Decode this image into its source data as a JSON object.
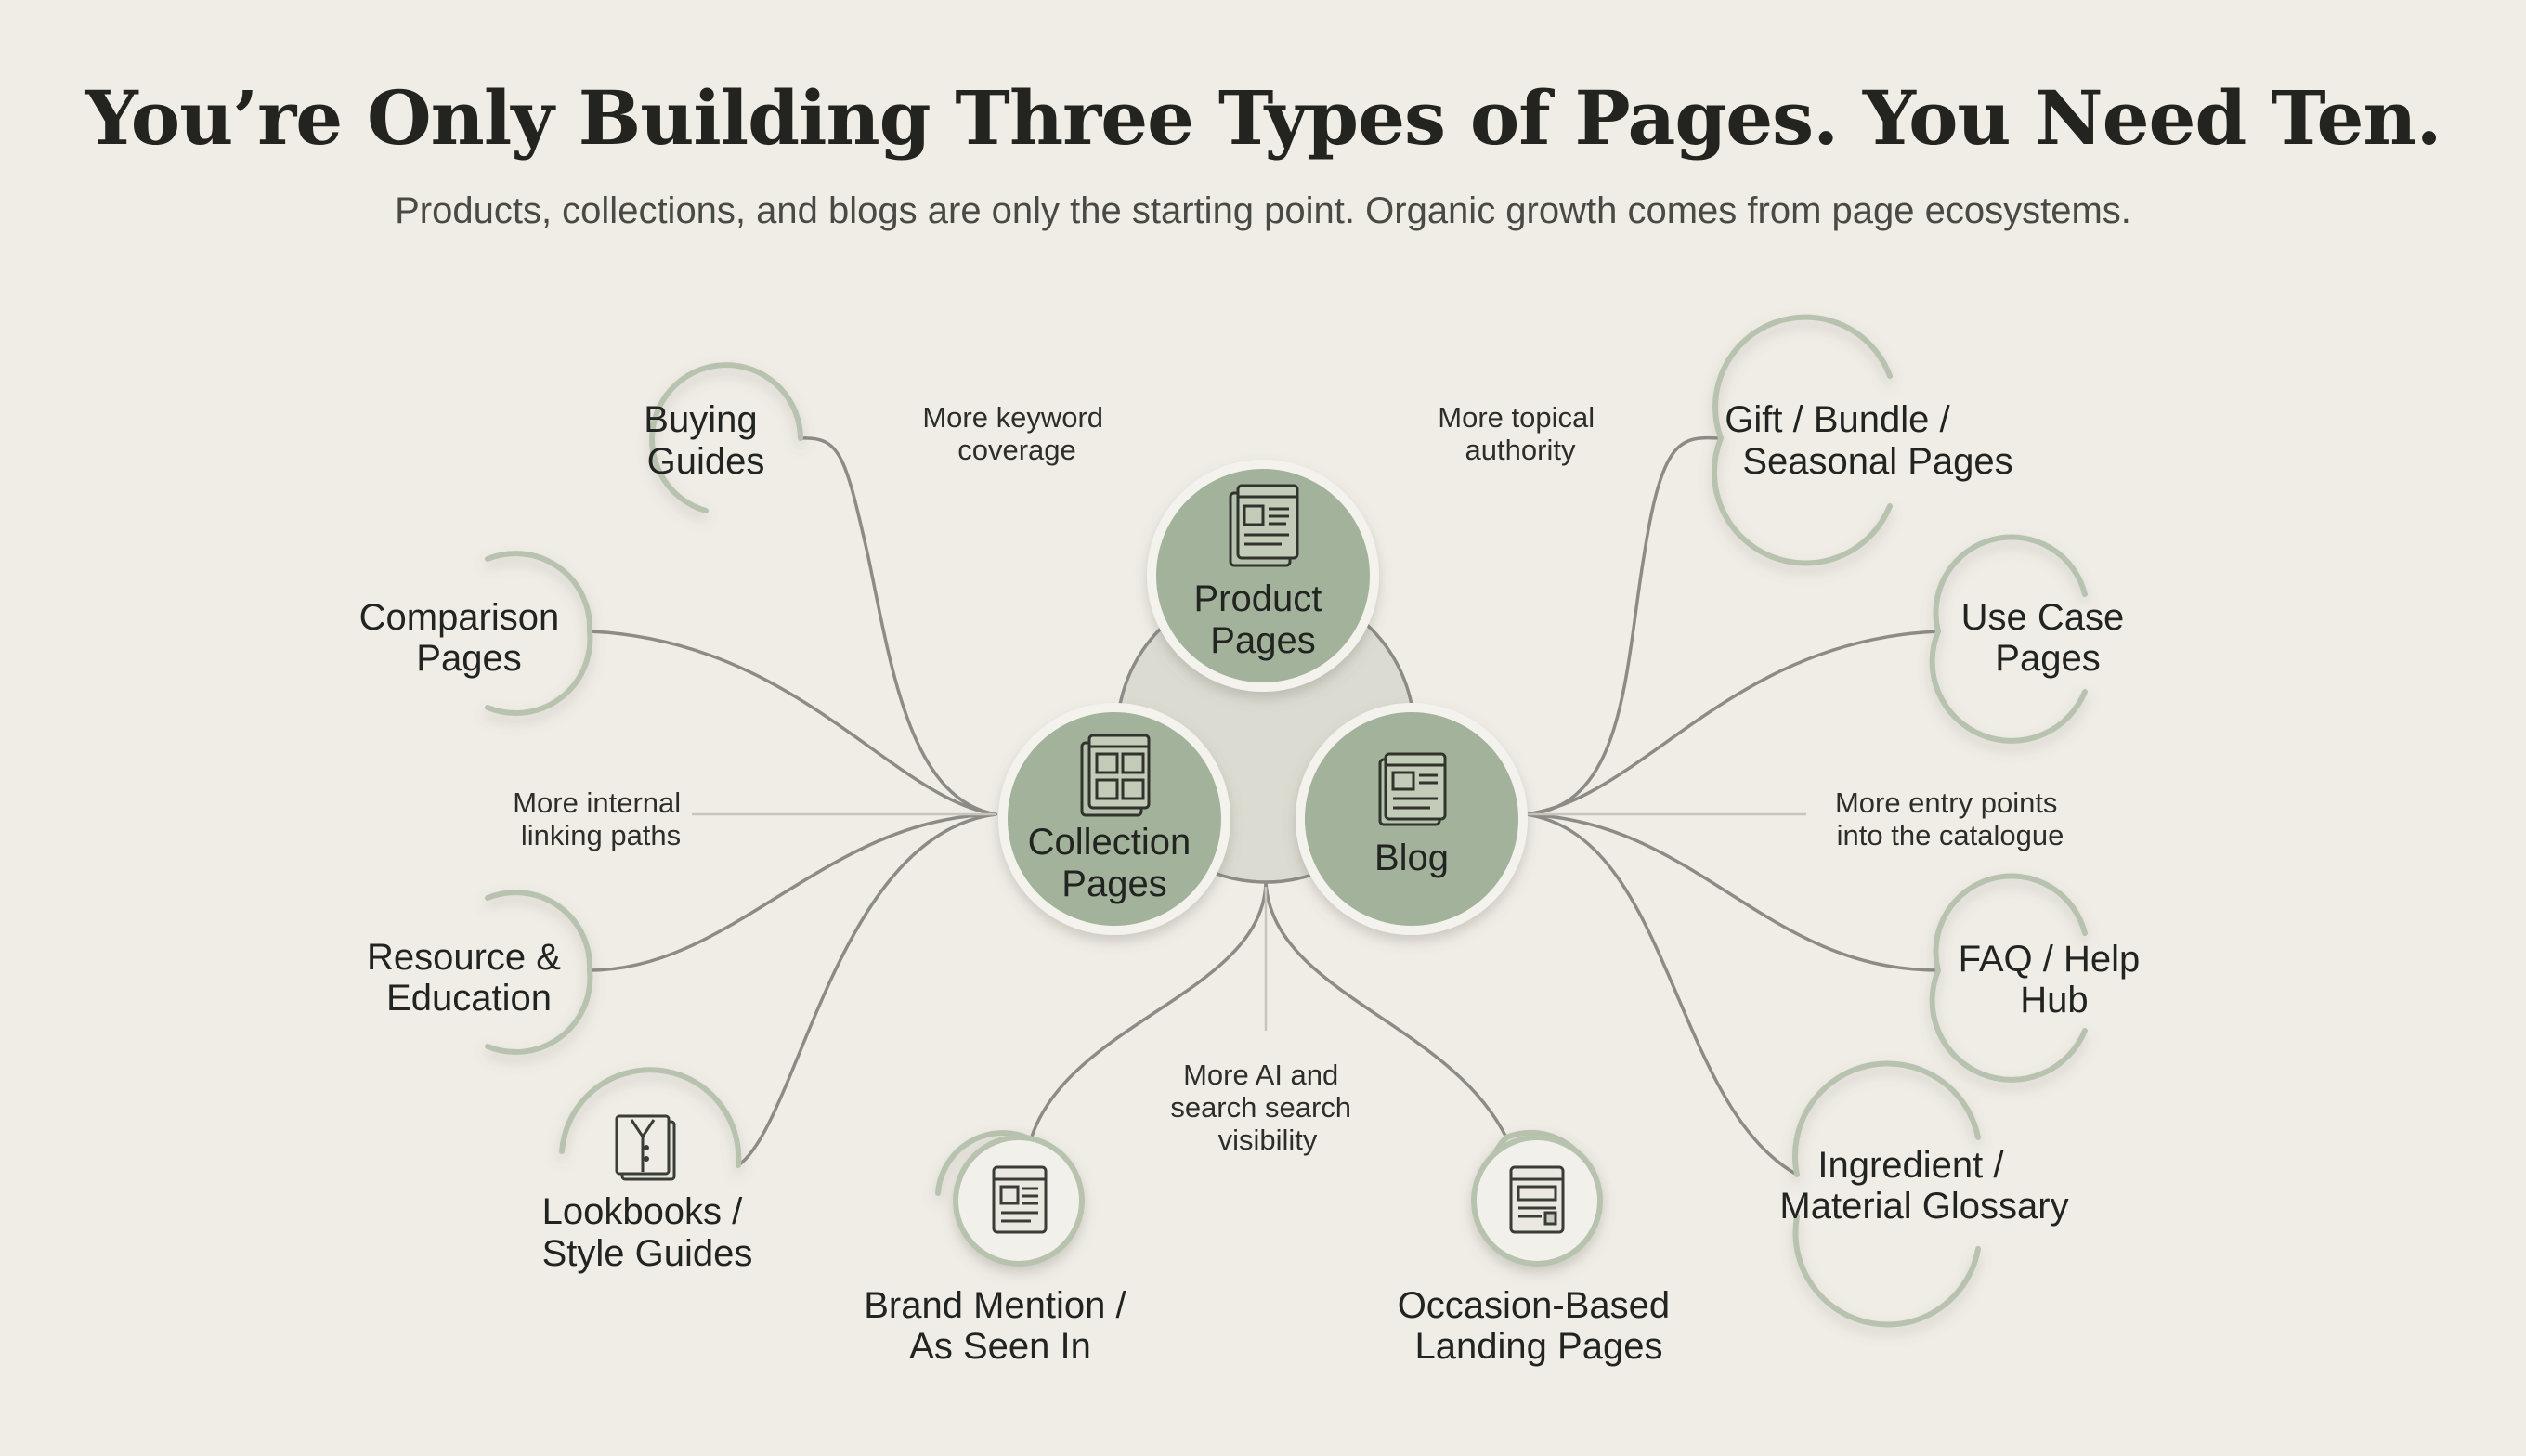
{
  "title": "You’re Only Building Three Types of Pages. You Need Ten.",
  "subtitle": "Products, collections, and blogs are only the starting point. Organic growth comes from page ecosystems.",
  "colors": {
    "background": "#f0ede7",
    "core_fill": "#a3b29a",
    "ring": "#b8c3af",
    "line": "#8d8b86",
    "text": "#23241f"
  },
  "core_pages": {
    "product": {
      "lines": [
        "Product",
        "Pages"
      ],
      "icon": "product-page-icon"
    },
    "collection": {
      "lines": [
        "Collection",
        "Pages"
      ],
      "icon": "collection-grid-icon"
    },
    "blog": {
      "lines": [
        "Blog"
      ],
      "icon": "blog-article-icon"
    }
  },
  "left_nodes": {
    "buying_guides": {
      "lines": [
        "Buying",
        "Guides"
      ]
    },
    "comparison": {
      "lines": [
        "Comparison",
        "Pages"
      ]
    },
    "resource": {
      "lines": [
        "Resource &",
        "Education"
      ]
    },
    "lookbooks": {
      "lines": [
        "Lookbooks /",
        "Style Guides"
      ],
      "icon": "lookbook-jacket-icon"
    }
  },
  "right_nodes": {
    "gift": {
      "lines": [
        "Gift / Bundle /",
        "Seasonal Pages"
      ]
    },
    "use_case": {
      "lines": [
        "Use Case",
        "Pages"
      ]
    },
    "faq": {
      "lines": [
        "FAQ / Help",
        "Hub"
      ]
    },
    "glossary": {
      "lines": [
        "Ingredient /",
        "Material Glossary"
      ]
    }
  },
  "bottom_nodes": {
    "brand_mention": {
      "lines": [
        "Brand Mention /",
        "As Seen In"
      ],
      "icon": "press-article-icon"
    },
    "occasion": {
      "lines": [
        "Occasion-Based",
        "Landing Pages"
      ],
      "icon": "landing-page-icon"
    }
  },
  "annotations": {
    "keyword": [
      "More keyword",
      "coverage"
    ],
    "topical": [
      "More topical",
      "authority"
    ],
    "internal": [
      "More internal",
      "linking paths"
    ],
    "entry": [
      "More entry points",
      "into the catalogue"
    ],
    "ai": [
      "More AI and",
      "search search",
      "visibility"
    ]
  }
}
